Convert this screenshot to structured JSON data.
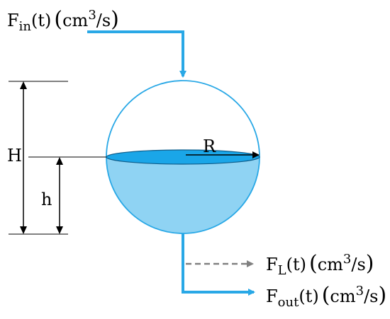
{
  "colors": {
    "pipe": "#29a8e6",
    "tank_outline": "#29a8e6",
    "water_fill": "#8fd3f3",
    "water_surface": "#1aa6e8",
    "dimension": "#000000",
    "leak": "#808080"
  },
  "inflow": {
    "symbol": "F",
    "subscript": "in",
    "arg": "(t)",
    "unit_base": "cm",
    "unit_exp": "3",
    "unit_tail": "/s"
  },
  "leak": {
    "symbol": "F",
    "subscript": "L",
    "arg": "(t)",
    "unit_base": "cm",
    "unit_exp": "3",
    "unit_tail": "/s"
  },
  "outflow": {
    "symbol": "F",
    "subscript": "out",
    "arg": "(t)",
    "unit_base": "cm",
    "unit_exp": "3",
    "unit_tail": "/s"
  },
  "labels": {
    "height_total": "H",
    "height_liquid": "h",
    "radius": "R"
  }
}
